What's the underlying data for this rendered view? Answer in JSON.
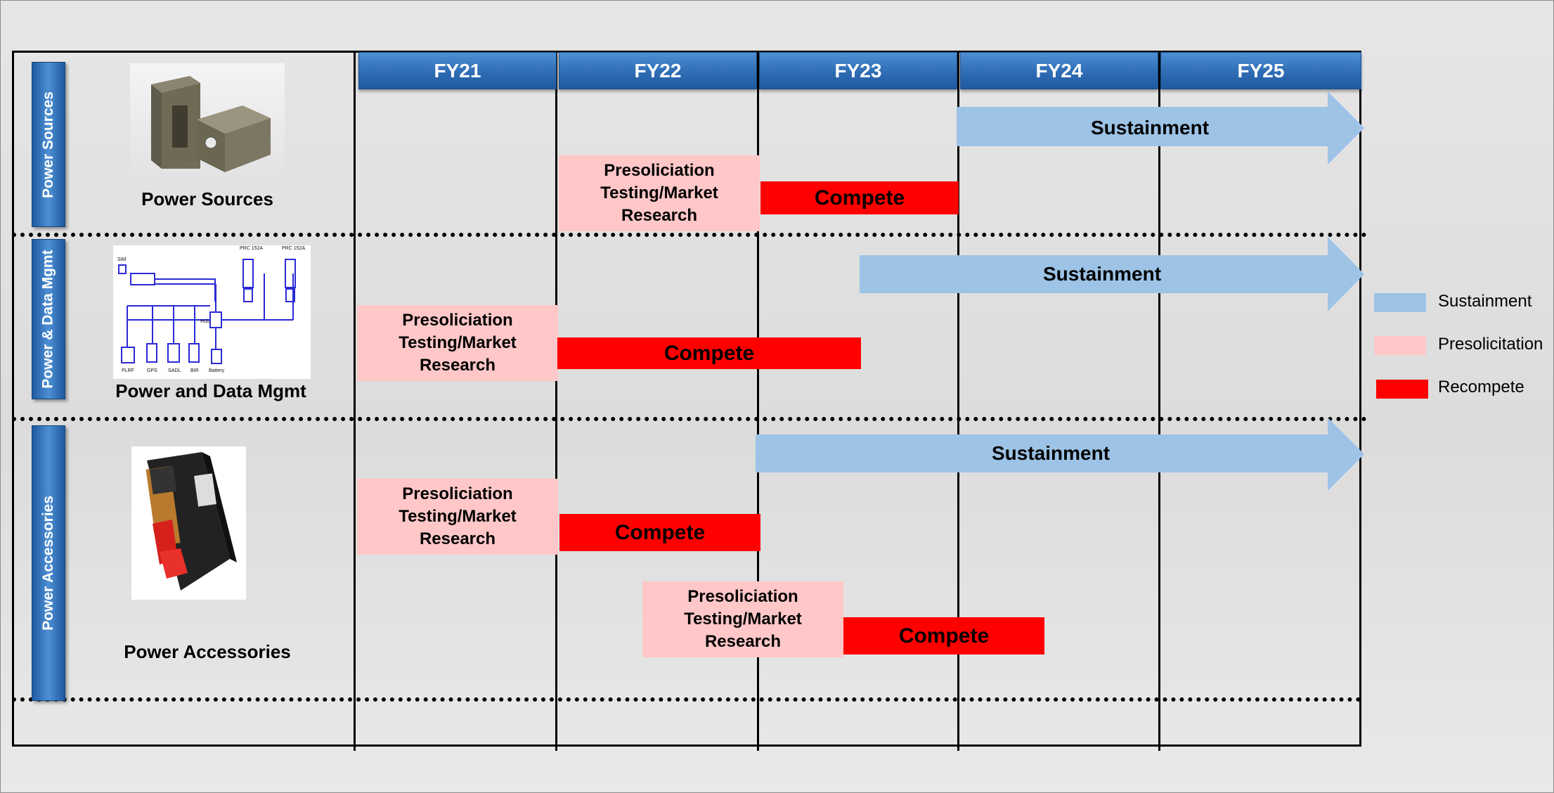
{
  "fiscal_years": [
    "FY21",
    "FY22",
    "FY23",
    "FY24",
    "FY25"
  ],
  "rows": [
    {
      "tab": "Power Sources",
      "label": "Power Sources"
    },
    {
      "tab": "Power & Data Mgmt",
      "label": "Power and Data Mgmt"
    },
    {
      "tab": "Power Accessories",
      "label": "Power Accessories"
    }
  ],
  "bars": {
    "sustainment": "Sustainment",
    "presol_line1": "Presoliciation",
    "presol_line2": "Testing/Market",
    "presol_line3": "Research",
    "compete": "Compete"
  },
  "diagram_labels": {
    "sim": "SIM",
    "prc1": "PRC 152A",
    "prc2": "PRC 152A",
    "hub": "Hub",
    "plrf": "PLRF",
    "gps": "GPS",
    "sadl": "SADL",
    "bir": "BIR",
    "battery": "Battery"
  },
  "legend": [
    {
      "label": "Sustainment",
      "color": "#9dc3e6"
    },
    {
      "label": "Presolicitation",
      "color": "#ffc7c7"
    },
    {
      "label": "Recompete",
      "color": "#ff0000"
    }
  ],
  "colors": {
    "header": "#2e6cb4",
    "sustainment": "#9dc3e6",
    "presolicitation": "#ffc7c7",
    "compete": "#ff0000"
  }
}
